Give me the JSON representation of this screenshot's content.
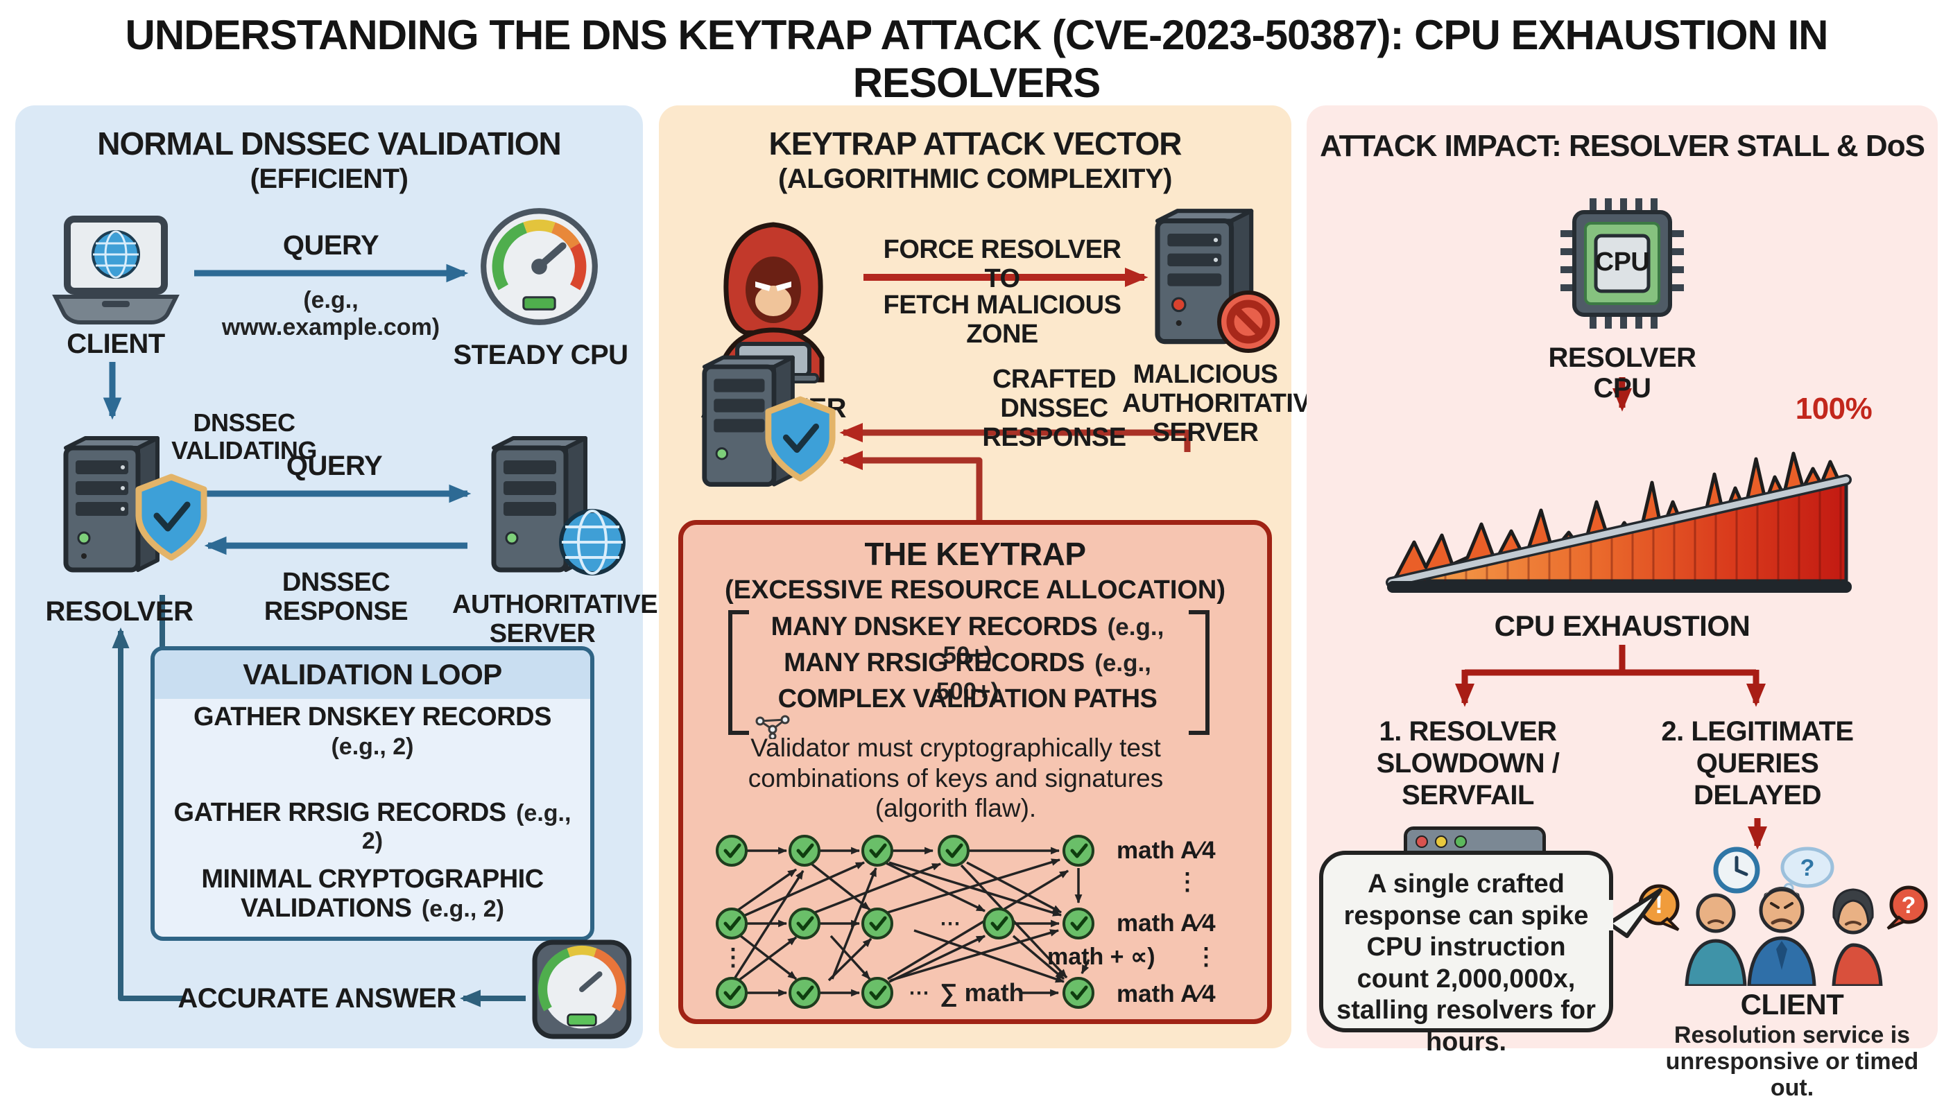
{
  "page": {
    "title": "UNDERSTANDING THE DNS KEYTRAP ATTACK (CVE-2023-50387): CPU EXHAUSTION IN RESOLVERS"
  },
  "colors": {
    "left_bg": "#dbe9f6",
    "middle_bg": "#fce8cc",
    "right_bg": "#fdeae7",
    "blue_arrow": "#2d6a94",
    "loop_border": "#2f6485",
    "loop_header": "#c9def1",
    "keytrap_fill": "#f6c5b1",
    "keytrap_border": "#a02315",
    "red_arrow": "#b3271e",
    "dark_red": "#a81d15",
    "pct_red": "#c2271c",
    "node_green": "#6abf69"
  },
  "left": {
    "heading": "NORMAL DNSSEC VALIDATION",
    "heading_sub": "(EFFICIENT)",
    "client": "CLIENT",
    "query": "QUERY",
    "query_example": "(e.g., www.example.com)",
    "steady_cpu": "STEADY CPU",
    "dnssec_validating": "DNSSEC VALIDATING",
    "resolver": "RESOLVER",
    "query2": "QUERY",
    "dnssec_response": "DNSSEC RESPONSE",
    "authoritative": "AUTHORITATIVE SERVER",
    "loop": {
      "title": "VALIDATION LOOP",
      "step1": "GATHER DNSKEY RECORDS",
      "step1_eg": "(e.g., 2)",
      "step2": "GATHER RRSIG RECORDS",
      "step2_eg": "(e.g., 2)",
      "step3": "MINIMAL CRYPTOGRAPHIC VALIDATIONS",
      "step3_eg": "(e.g., 2)"
    },
    "accurate_answer": "ACCURATE ANSWER"
  },
  "middle": {
    "heading": "KEYTRAP ATTACK VECTOR",
    "heading_sub": "(ALGORITHMIC COMPLEXITY)",
    "attacker": "ATTACKER",
    "force1": "FORCE RESOLVER TO",
    "force2": "FETCH MALICIOUS ZONE",
    "malicious": "MALICIOUS AUTHORITATIVE SERVER",
    "crafted": "CRAFTED DNSSEC RESPONSE",
    "keytrap": {
      "title": "THE KEYTRAP",
      "subtitle": "(EXCESSIVE RESOURCE ALLOCATION)",
      "item1": "MANY DNSKEY RECORDS",
      "item1_eg": "(e.g., 50+)",
      "item2": "MANY RRSIG RECORDS",
      "item2_eg": "(e.g., 500+)",
      "item3": "COMPLEX VALIDATION PATHS",
      "body": "Validator must cryptographically test combinations of keys and signatures (algorith flaw).",
      "math1": "math A⁄4",
      "math2": "math A⁄4",
      "math3": "math A⁄4",
      "math_inf": "math + ∝)",
      "sum": "∑ math",
      "dots_v": "⋮",
      "dots_h": "⋯"
    }
  },
  "right": {
    "heading": "ATTACK IMPACT: RESOLVER STALL & DoS",
    "cpu": "CPU",
    "resolver_cpu": "RESOLVER CPU",
    "pct": "100%",
    "exhaustion": "CPU EXHAUSTION",
    "branch1": "1. RESOLVER SLOWDOWN / SERVFAIL",
    "servfail": "SERVFAIL",
    "branch2": "2. LEGITIMATE QUERIES DELAYED",
    "bubble_pre": "A single crafted response can spike CPU instruction count ",
    "bubble_bold": "2,000,000x",
    "bubble_post": ", stalling resolvers for hours.",
    "client": "CLIENT",
    "client_caption": "Resolution service is unresponsive or timed out.",
    "glyph_exclaim": "!",
    "glyph_q": "?"
  }
}
